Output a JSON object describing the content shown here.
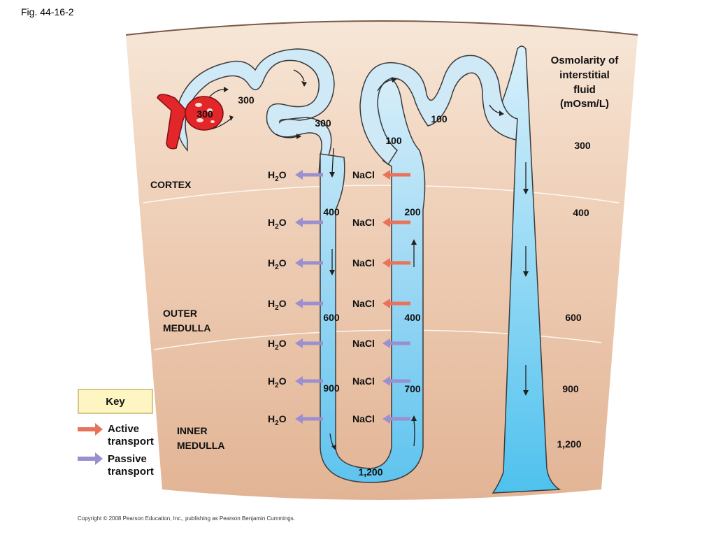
{
  "figure": {
    "caption": "Fig. 44-16-2",
    "copyright": "Copyright © 2008 Pearson Education, Inc., publishing as Pearson Benjamin Cummings."
  },
  "regions": {
    "cortex": "CORTEX",
    "outer_medulla_1": "OUTER",
    "outer_medulla_2": "MEDULLA",
    "inner_medulla_1": "INNER",
    "inner_medulla_2": "MEDULLA"
  },
  "osmolarity_header": {
    "line1": "Osmolarity of",
    "line2": "interstitial",
    "line3": "fluid",
    "line4": "(mOsm/L)"
  },
  "interstitial_values": [
    "300",
    "400",
    "600",
    "900",
    "1,200"
  ],
  "tubule_values": {
    "glomerulus": "300",
    "proximal": "300",
    "proximal_end": "300",
    "descending_400": "400",
    "descending_600": "600",
    "descending_900": "900",
    "loop_bottom": "1,200",
    "ascending_700": "700",
    "ascending_400": "400",
    "ascending_200": "200",
    "ascending_top": "100",
    "distal": "100"
  },
  "labels": {
    "water": "H",
    "water_sub": "2",
    "water_o": "O",
    "salt": "NaCl"
  },
  "key": {
    "title": "Key",
    "active_1": "Active",
    "active_2": "transport",
    "passive_1": "Passive",
    "passive_2": "transport"
  },
  "colors": {
    "active": "#e8735a",
    "passive": "#9b8fcf",
    "tissue_top": "#f6e3d2",
    "tissue_bottom": "#e4b89a",
    "tubule": "#cfe9f7",
    "duct": "#5fc6ef",
    "blood": "#e3262a"
  }
}
